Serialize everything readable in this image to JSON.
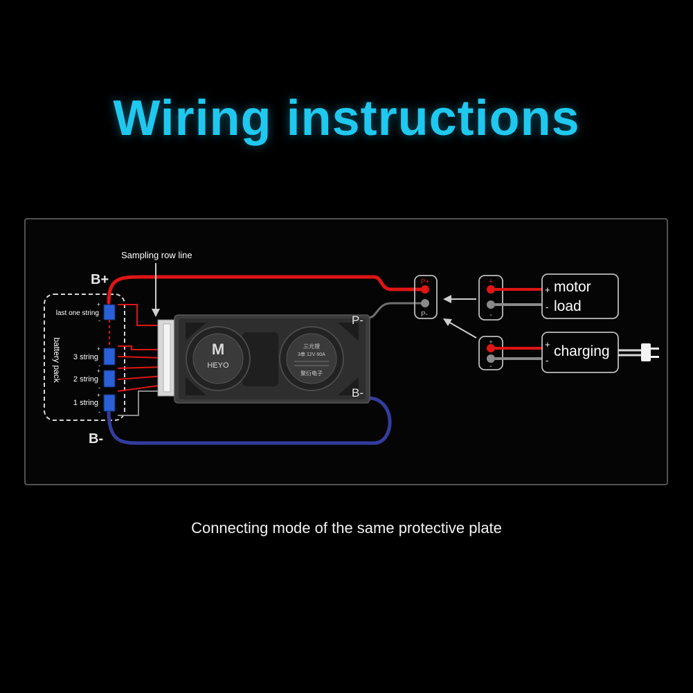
{
  "title": "Wiring instructions",
  "caption": "Connecting mode of the same protective plate",
  "colors": {
    "title": "#1fc8ef",
    "positive_wire": "#e01515",
    "negative_wire": "#333d9e",
    "balance_wire": "#8a8a8a",
    "panel_border": "#6d6d6d"
  },
  "diagram": {
    "sampling_label": "Sampling row line",
    "b_plus": "B+",
    "b_minus_left": "B-",
    "battery_pack_label": "battery pack",
    "cells": [
      {
        "label": "last one string",
        "plus": "+",
        "minus": "-"
      },
      {
        "label": "3 string",
        "plus": "+",
        "minus": "-"
      },
      {
        "label": "2 string",
        "plus": "+",
        "minus": "-"
      },
      {
        "label": "1 string",
        "plus": "+",
        "minus": "-"
      }
    ],
    "board": {
      "brand": "HEYO",
      "logo_glyph": "M",
      "spec_line1": "三元锂",
      "spec_line2": "3串 12V 60A",
      "maker": "聚衍电子",
      "p_minus": "P-",
      "b_minus": "B-"
    },
    "port_p_plus": "P+",
    "port_p_minus": "P-",
    "load_box": {
      "line1": "motor",
      "line2": "load",
      "plus": "+",
      "minus": "-"
    },
    "charge_box": {
      "label": "charging",
      "plus": "+",
      "minus": "-"
    },
    "connector_plus": "+",
    "connector_minus": "-"
  }
}
